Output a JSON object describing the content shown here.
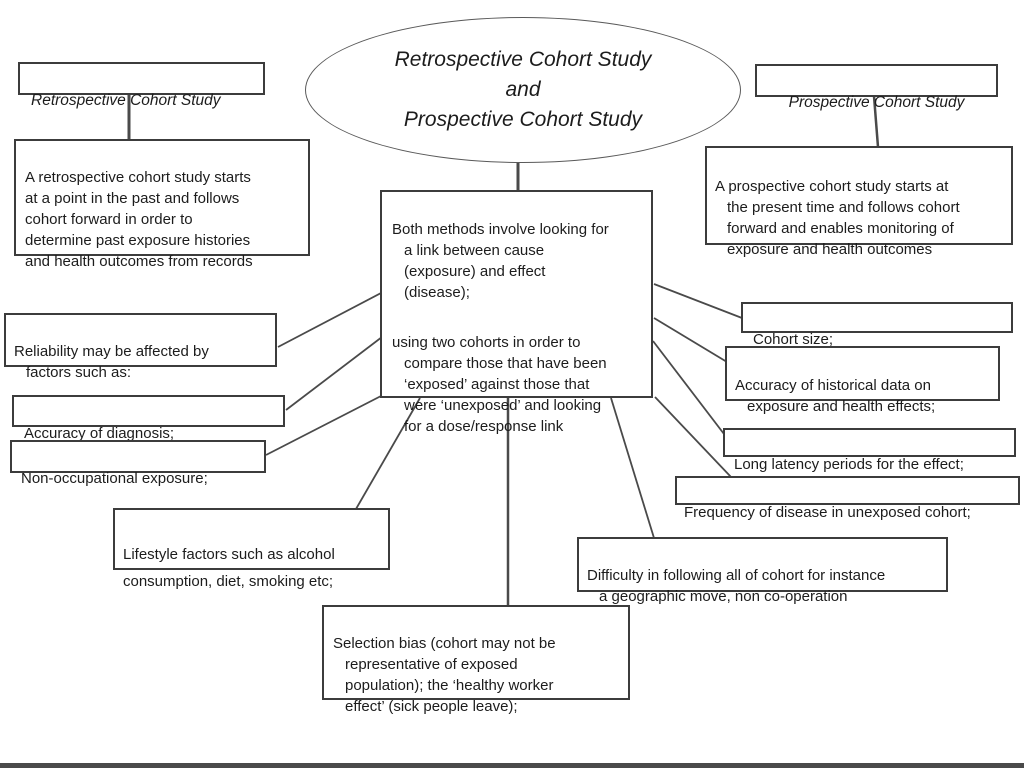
{
  "title_ellipse": {
    "text": "Retrospective Cohort Study\nand\nProspective Cohort Study"
  },
  "nodes": {
    "retro_title": "Retrospective Cohort Study",
    "retro_desc": "A retrospective cohort study starts\nat a point in the past and follows\ncohort forward in order to\ndetermine past exposure histories\nand health outcomes from records",
    "pros_title": "Prospective Cohort Study",
    "pros_desc": "A prospective cohort study starts at\nthe present time and follows cohort\nforward and enables monitoring of\nexposure and health outcomes",
    "central_p1": "Both methods involve looking for\na link between cause\n(exposure) and effect\n(disease);",
    "central_p2": "using two cohorts in order to\ncompare those that have been\n‘exposed’ against those that\nwere ‘unexposed’ and looking\nfor a dose/response link",
    "reliability": "Reliability may be affected by\nfactors such as:",
    "accuracy_diagnosis": "Accuracy of diagnosis;",
    "non_occupational": "Non-occupational exposure;",
    "lifestyle": "Lifestyle factors such as alcohol\nconsumption, diet, smoking etc;",
    "cohort_size": "Cohort size;",
    "accuracy_historical": "Accuracy of historical data on\nexposure and health effects;",
    "long_latency": "Long latency periods for the effect;",
    "frequency_disease": "Frequency of disease in unexposed cohort;",
    "difficulty_following": "Difficulty in following all of cohort for instance\na geographic move, non co-operation",
    "selection_bias": "Selection bias (cohort may not be\nrepresentative of exposed\npopulation); the ‘healthy worker\neffect’ (sick people leave);"
  },
  "colors": {
    "ink": "#1c1c1c",
    "box_border": "#3c3c3c",
    "connector": "#4a4a4a",
    "background": "#ffffff"
  }
}
